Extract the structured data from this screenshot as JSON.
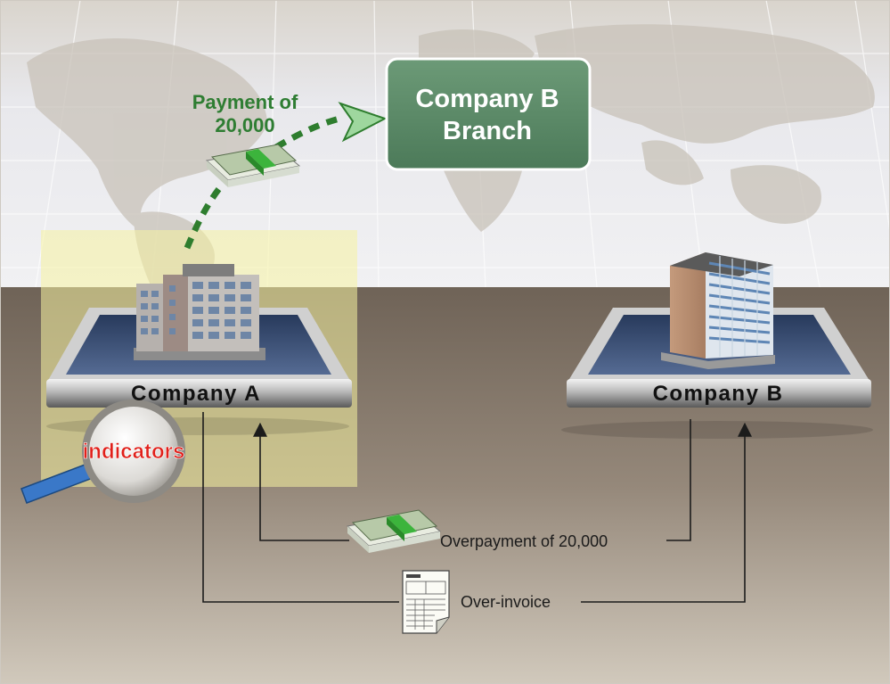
{
  "labels": {
    "payment": [
      "Payment of",
      "20,000"
    ],
    "branch": [
      "Company B",
      "Branch"
    ],
    "company_a": "Company A",
    "company_b": "Company B",
    "indicators": "indicators",
    "overpayment": "Overpayment of 20,000",
    "over_invoice": "Over-invoice"
  },
  "colors": {
    "payment_text": "#2e7d32",
    "payment_arrow": "#2e7d2e",
    "branch_fill": "#5a8a68",
    "indicators_text": "#e0201a",
    "highlight": "#f6f3a0",
    "map_sky": "#e6e6ea",
    "ground": "#85786b"
  },
  "icons": [
    "money-stack-icon",
    "invoice-document-icon",
    "magnifying-glass-icon",
    "office-building-icon",
    "glass-tower-icon"
  ]
}
